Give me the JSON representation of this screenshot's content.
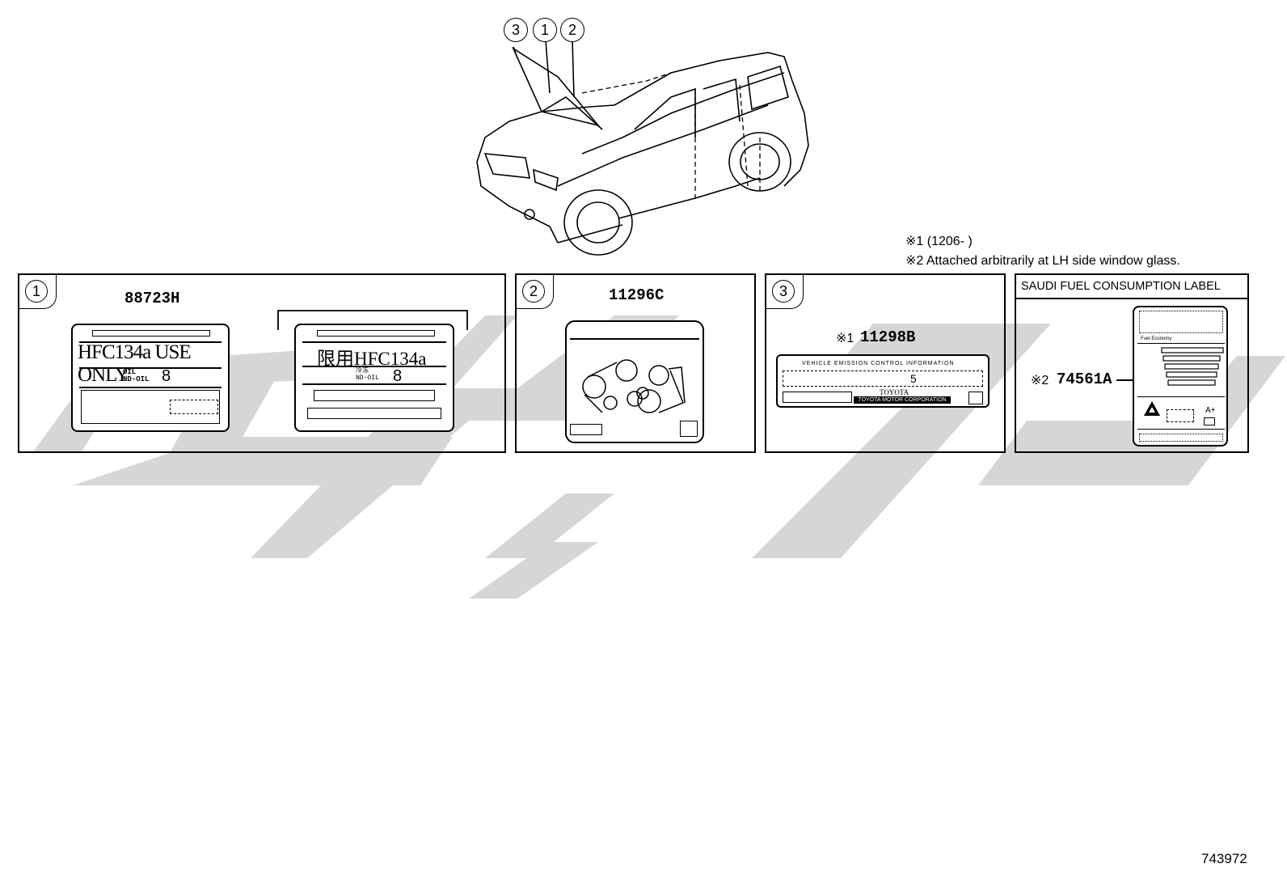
{
  "callouts": {
    "c1": "1",
    "c2": "2",
    "c3": "3"
  },
  "notes": {
    "note1": "※1 (1206-      )",
    "note2": "※2  Attached arbitrarily at LH side window glass."
  },
  "panel1": {
    "number": "1",
    "part_number": "88723H",
    "label_a": {
      "main_text": "HFC134a USE ONLY",
      "oil_text": "OIL\nND-OIL",
      "oil_num": "8"
    },
    "label_b": {
      "main_text": "限用HFC134a",
      "oil_text": "冷冻\nND-OIL",
      "oil_num": "8"
    }
  },
  "panel2": {
    "number": "2",
    "part_number": "11296C"
  },
  "panel3": {
    "number": "3",
    "ref": "※1",
    "part_number": "11298B",
    "header_text": "VEHICLE  EMISSION  CONTROL  INFORMATION",
    "maker_text": "TOYOTA",
    "corp_text": "TOYOTA MOTOR CORPORATION",
    "digit": "5"
  },
  "panel4": {
    "title": "SAUDI FUEL CONSUMPTION LABEL",
    "ref": "※2",
    "part_number": "74561A",
    "fuel_text": "Fuel Economy",
    "grade": "A+"
  },
  "diagram_id": "743972",
  "colors": {
    "watermark": "#c8c8c8",
    "ink": "#000000"
  }
}
